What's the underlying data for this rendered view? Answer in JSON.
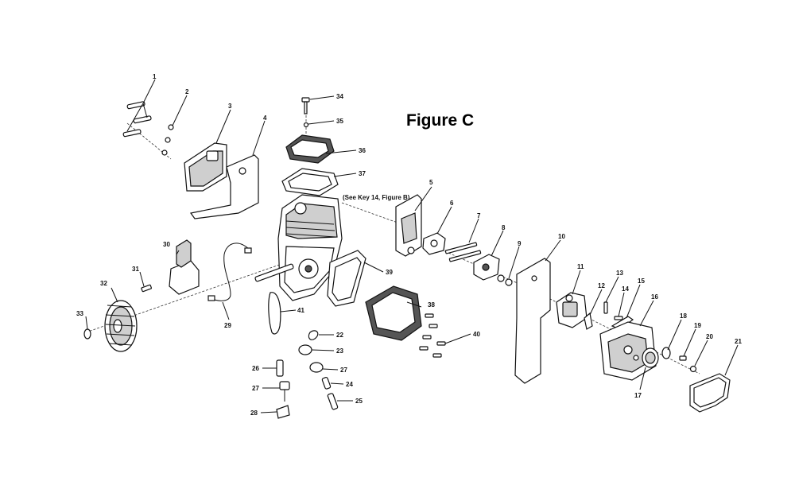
{
  "title": "Figure C",
  "annotation": "(See Key 14, Figure B)",
  "callouts": [
    "1",
    "2",
    "3",
    "4",
    "5",
    "6",
    "7",
    "8",
    "9",
    "10",
    "11",
    "12",
    "13",
    "14",
    "15",
    "16",
    "17",
    "18",
    "19",
    "20",
    "21",
    "22",
    "23",
    "24",
    "25",
    "26",
    "27",
    "27",
    "28",
    "29",
    "30",
    "31",
    "32",
    "33",
    "34",
    "35",
    "36",
    "37",
    "38",
    "39",
    "40",
    "41"
  ]
}
